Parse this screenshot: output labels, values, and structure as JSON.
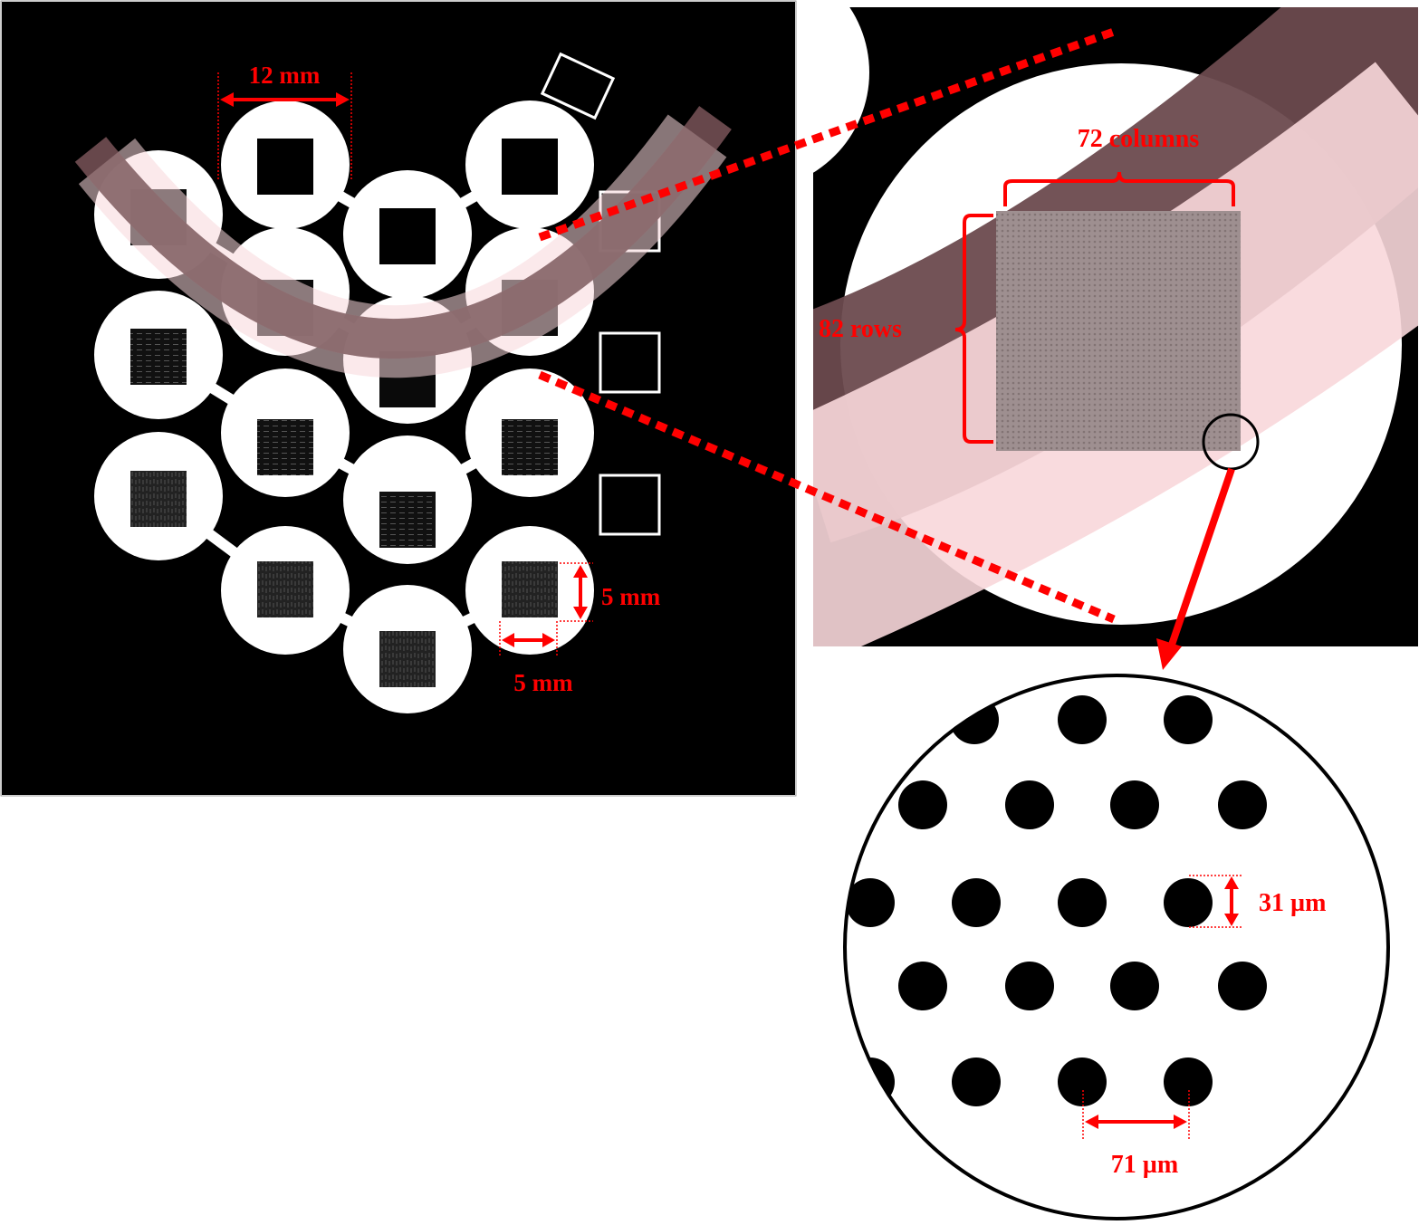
{
  "colors": {
    "background": "#000000",
    "well": "#ffffff",
    "annotation": "#ff0000",
    "band_light": "#f8d7da",
    "band_dark": "#6b4a4e"
  },
  "left_panel": {
    "label_pitch": "12 mm",
    "label_height": "5 mm",
    "label_width": "5 mm"
  },
  "right_panel": {
    "label_columns": "72 columns",
    "label_rows": "82 rows"
  },
  "zoom_panel": {
    "label_diameter": "31 µm",
    "label_spacing": "71 µm"
  }
}
